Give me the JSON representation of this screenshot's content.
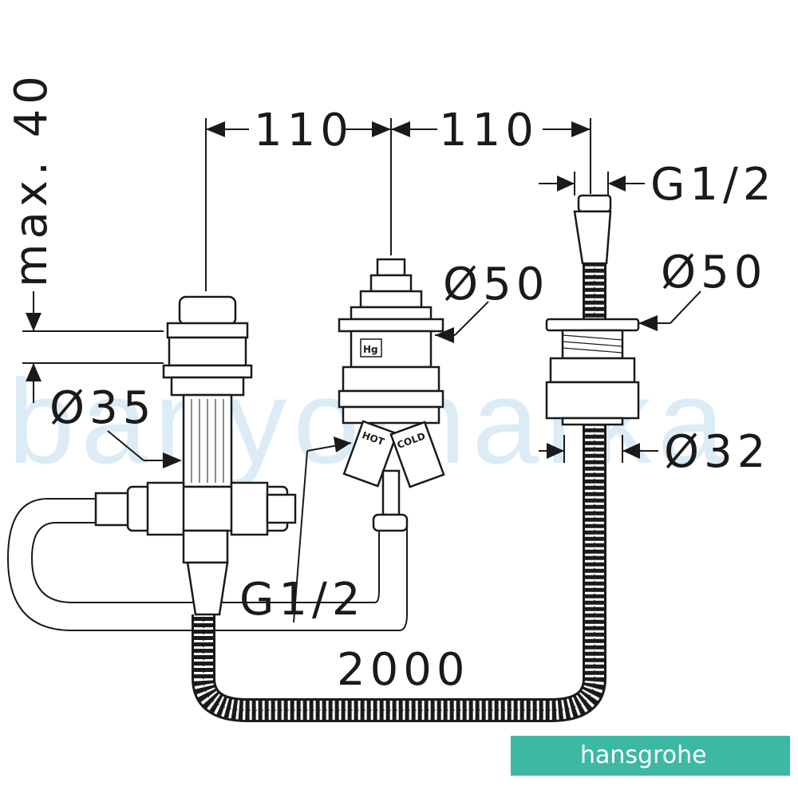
{
  "watermark": "banyomarka",
  "dimensions": {
    "max_depth": "max. 40",
    "spacing_left": "110",
    "spacing_right": "110",
    "thread_top": "G1/2",
    "dia_right": "Ø50",
    "dia_center": "Ø50",
    "dia_left": "Ø35",
    "dia_bottom": "Ø32",
    "thread_center": "G1/2",
    "hose_length": "2000"
  },
  "labels": {
    "hg": "Hg",
    "hot": "HOT",
    "cold": "COLD"
  },
  "logo": {
    "text": "hansgrohe",
    "color": "#3db8a3"
  }
}
